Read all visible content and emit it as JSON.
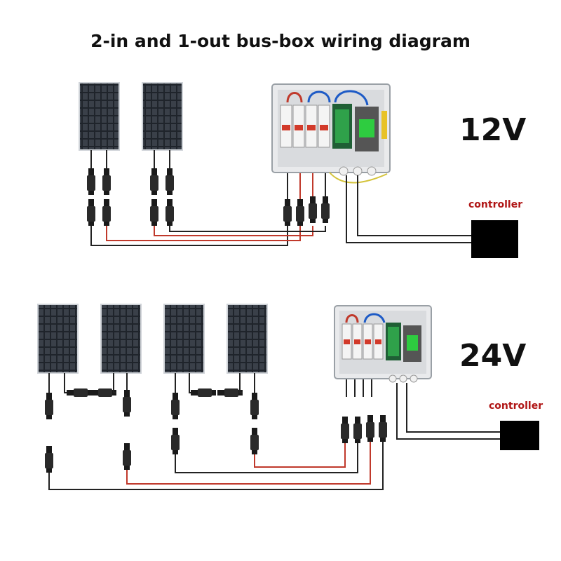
{
  "title": "2-in and 1-out bus-box wiring diagram",
  "sections": [
    {
      "voltage": "12V",
      "controller_label": "controller",
      "panel_count": 2
    },
    {
      "voltage": "24V",
      "controller_label": "controller",
      "panel_count": 4
    }
  ],
  "colors": {
    "panel": "#1f242b",
    "panel_cell": "#3a4049",
    "wire_black": "#222222",
    "wire_red": "#c0392b",
    "controller": "#000000",
    "box": "#e9eaec",
    "breaker": "#f4f4f4",
    "breaker_red": "#d23a2a",
    "spd_green": "#2fa14a",
    "switch_green": "#2ecc40"
  }
}
